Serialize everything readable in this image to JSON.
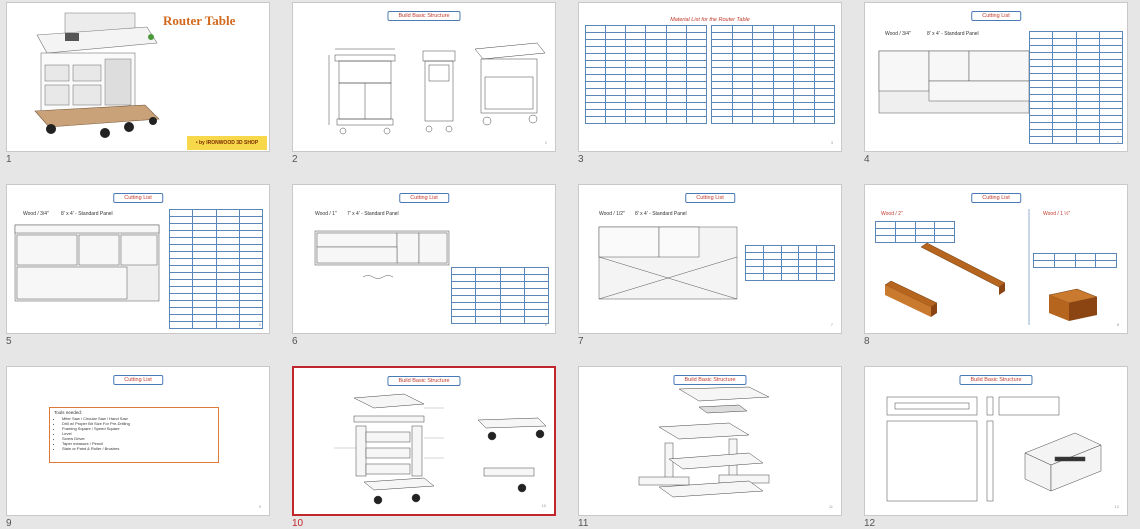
{
  "slides": [
    {
      "num": "1",
      "title": "Router Table",
      "subtitle": "",
      "badge": "• by IRONWOOD 3D SHOP",
      "page": ""
    },
    {
      "num": "2",
      "title": "Build Basic Structure",
      "page": "2"
    },
    {
      "num": "3",
      "title": "Material List for the Router Table",
      "page": "3"
    },
    {
      "num": "4",
      "title": "Cutting List",
      "label_wood": "Wood / 3/4\"",
      "label_panel": "8' x 4' - Standard Panel",
      "page": "4"
    },
    {
      "num": "5",
      "title": "Cutting List",
      "label_wood": "Wood / 3/4\"",
      "label_panel": "8' x 4' - Standard Panel",
      "page": "5"
    },
    {
      "num": "6",
      "title": "Cutting List",
      "label_wood": "Wood / 1\"",
      "label_panel": "7' x 4' - Standard Panel",
      "page": "6"
    },
    {
      "num": "7",
      "title": "Cutting List",
      "label_wood": "Wood / 1/2\"",
      "label_panel": "8' x 4' - Standard Panel",
      "page": "7"
    },
    {
      "num": "8",
      "title": "Cutting List",
      "label_wood": "Wood / 2\"",
      "label_wood2": "Wood / 1 ½\"",
      "page": "8"
    },
    {
      "num": "9",
      "title": "Cutting List",
      "tools_heading": "Tools needed:",
      "tools": [
        "Miter Saw / Circular Saw / Hand Saw",
        "Drill w/ Proper Bit Size For Pre-Drilling",
        "Framing Square / Speed Square",
        "Level",
        "Screw Driver",
        "Taper measure / Pencil",
        "Stain or Paint & Roller / Brushes"
      ],
      "page": "9"
    },
    {
      "num": "10",
      "title": "Build Basic Structure",
      "page": "10"
    },
    {
      "num": "11",
      "title": "Build Basic Structure",
      "page": "11"
    },
    {
      "num": "12",
      "title": "Build Basic Structure",
      "page": "12"
    }
  ],
  "selected_slide": "10"
}
